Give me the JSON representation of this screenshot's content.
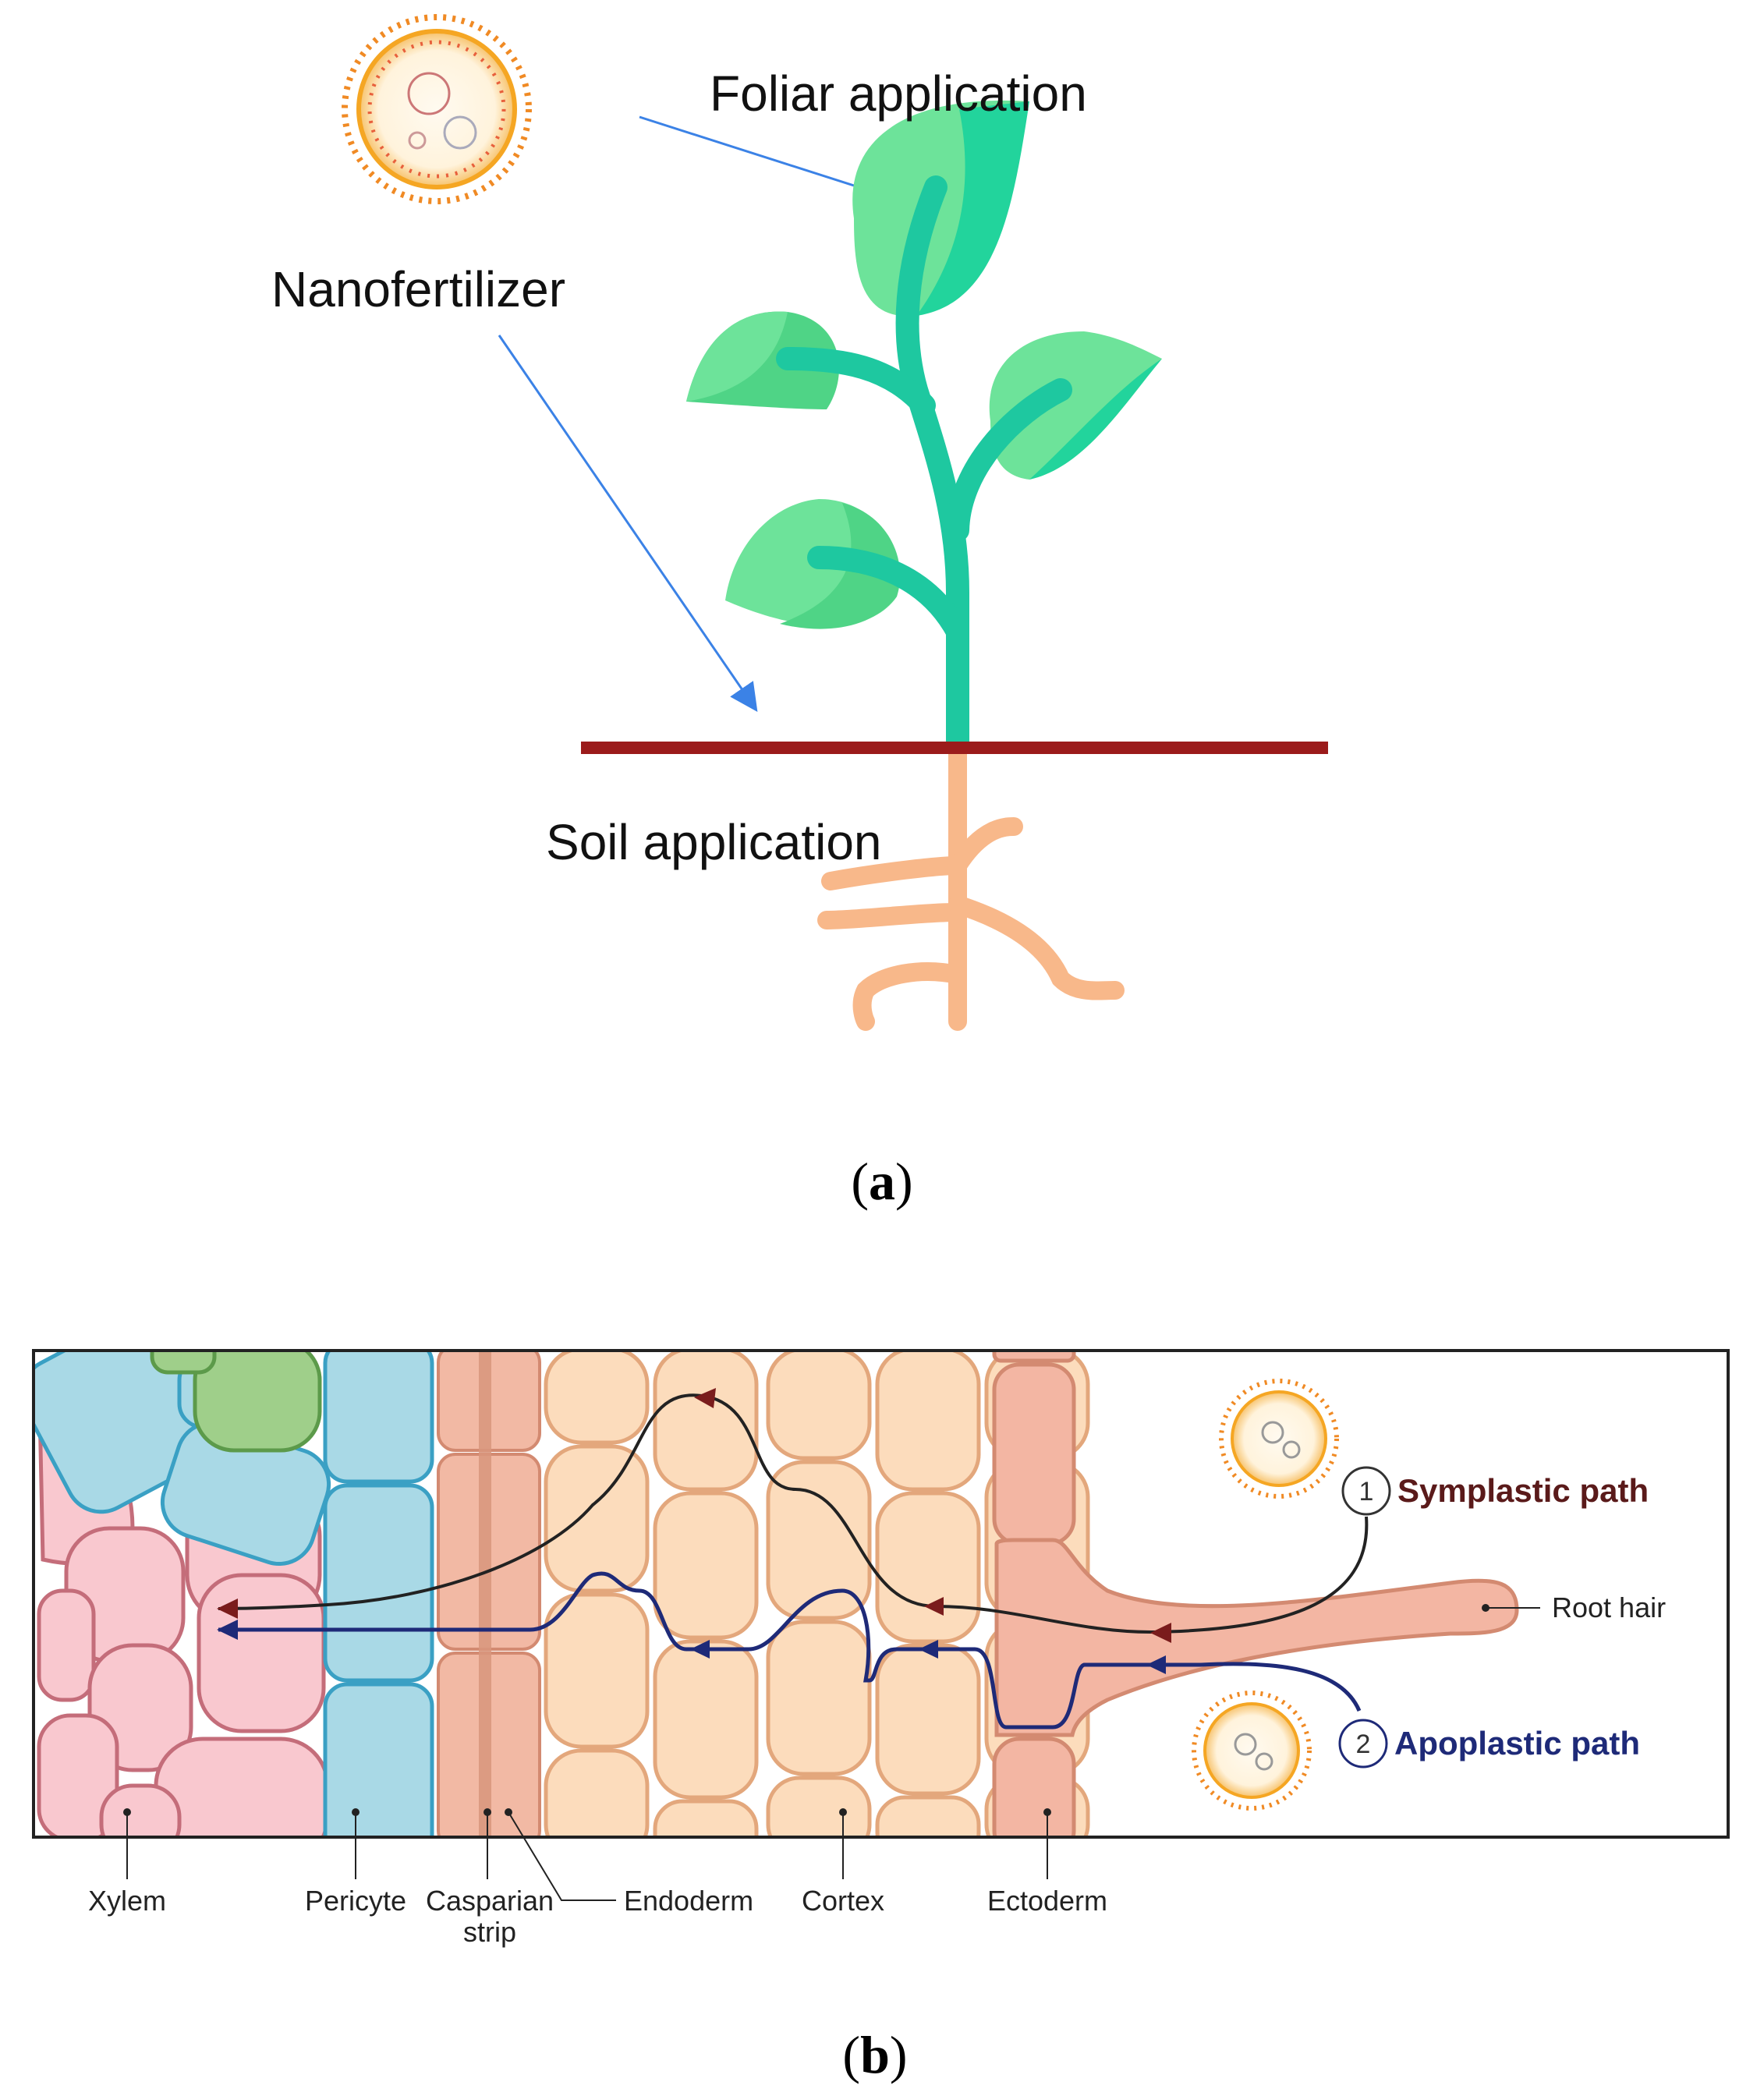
{
  "panel_a": {
    "label_letter": "a",
    "nanofertilizer_label": "Nanofertilizer",
    "foliar_label": "Foliar application",
    "soil_label": "Soil application"
  },
  "panel_b": {
    "label_letter": "b",
    "symplastic_number": "1",
    "symplastic_label": "Symplastic path",
    "apoplastic_number": "2",
    "apoplastic_label": "Apoplastic path",
    "root_hair_label": "Root hair",
    "tissue_labels": {
      "xylem": "Xylem",
      "pericyte": "Pericyte",
      "casparian_line1": "Casparian",
      "casparian_line2": "strip",
      "endoderm": "Endoderm",
      "cortex": "Cortex",
      "ectoderm": "Ectoderm"
    }
  },
  "colors": {
    "stem": "#1ec8a0",
    "leaf_light": "#6de39a",
    "leaf_dark": "#22d49c",
    "root": "#f8b88a",
    "soil_line": "#9b1b1b",
    "arrow_blue": "#3b82e6",
    "symplastic": "#7a1c1c",
    "apoplastic": "#1e2a78",
    "xylem_fill": "#f9c8cf",
    "pericycle_fill": "#a9d9e6",
    "green_cell": "#9fcf8a",
    "endoderm_fill": "#f2b9a4",
    "cortex_fill": "#fcdcbc",
    "ectoderm_fill": "#f3b6a3"
  }
}
